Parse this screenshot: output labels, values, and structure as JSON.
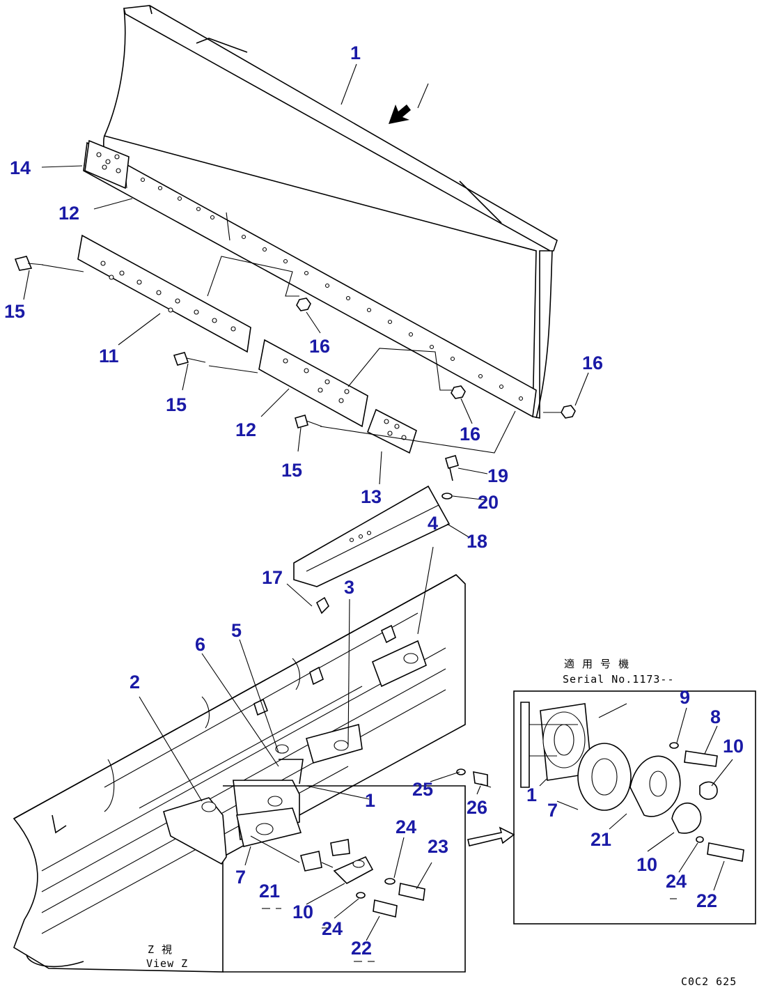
{
  "diagram": {
    "callouts": {
      "c1_top": "1",
      "c14": "14",
      "c12_top": "12",
      "c15_left": "15",
      "c11": "11",
      "c16_mid": "16",
      "c16_right": "16",
      "c15_mid": "15",
      "c12_mid": "12",
      "c16_low": "16",
      "c15_low": "15",
      "c13": "13",
      "c19": "19",
      "c20": "20",
      "c18": "18",
      "c4": "4",
      "c17": "17",
      "c3": "3",
      "c5": "5",
      "c6": "6",
      "c2": "2",
      "c1_view": "1",
      "c25": "25",
      "c26": "26",
      "c24_view": "24",
      "c23": "23",
      "c7_view": "7",
      "c21_view": "21",
      "c10_view": "10",
      "c24_view2": "24",
      "c22_view": "22",
      "c9_inset": "9",
      "c8_inset": "8",
      "c10_inset_top": "10",
      "c1_inset": "1",
      "c7_inset": "7",
      "c21_inset": "21",
      "c10_inset_low": "10",
      "c24_inset": "24",
      "c22_inset": "22"
    },
    "inset_note_line1": "適 用 号 機",
    "inset_note_line2": "Serial No.1173--",
    "view_label_line1": "Z  視",
    "view_label_line2": "View Z",
    "drawing_code": "C0C2 625"
  }
}
